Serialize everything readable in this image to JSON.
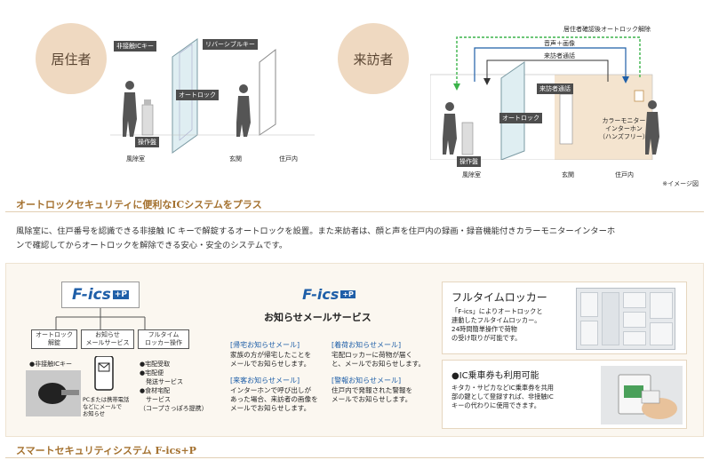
{
  "diagram": {
    "resident_label": "居住者",
    "visitor_label": "来訪者",
    "resident": {
      "noncontact_key": "非接触ICキー",
      "reversible_key": "リバーシブルキー",
      "autolock": "オートロック",
      "control_panel": "操作盤",
      "windbreak_room": "風除室",
      "entrance": "玄関",
      "dwelling": "住戸内"
    },
    "visitor": {
      "unlock_after_confirm": "居住者確認後オートロック解除",
      "voice_image": "音声＋画像",
      "visitor_call": "来訪者通話",
      "visitor_call_tag": "来訪者通話",
      "autolock": "オートロック",
      "control_panel": "操作盤",
      "monitor_l1": "カラーモニター",
      "monitor_l2": "インターホン",
      "monitor_l3": "（ハンズフリー）",
      "windbreak_room": "風除室",
      "entrance": "玄関",
      "dwelling": "住戸内"
    },
    "image_note": "※イメージ図"
  },
  "section1": {
    "heading": "オートロックセキュリティに便利なICシステムをプラス",
    "body_l1": "風除室に、住戸番号を認識できる非接触 IC キーで解錠するオートロックを設置。また来訪者は、顔と声を住戸内の録画・録音機能付きカラーモニターインターホ",
    "body_l2": "ンで確認してからオートロックを解除できる安心・安全のシステムです。"
  },
  "fics": {
    "brand": "F-ics",
    "plus": "+P",
    "box1_l1": "オートロック",
    "box1_l2": "解錠",
    "box2_l1": "お知らせ",
    "box2_l2": "メールサービス",
    "box3_l1": "フルタイム",
    "box3_l2": "ロッカー操作",
    "ic_key": "●非接触ICキー",
    "phone_l1": "PCまたは携帯電話",
    "phone_l2": "などにメールで",
    "phone_l3": "お知らせ",
    "locker_l1": "●宅配受取",
    "locker_l2": "●宅配便",
    "locker_l3": "　発送サービス",
    "locker_l4": "●食材宅配",
    "locker_l5": "　サービス",
    "locker_l6": "（コープさっぽろ提携）"
  },
  "mail": {
    "title": "お知らせメールサービス",
    "home_head": "[帰宅お知らせメール]",
    "home_l1": "家族の方が帰宅したことを",
    "home_l2": "メールでお知らせします。",
    "visitor_head": "[来客お知らせメール]",
    "visitor_l1": "インターホンで呼び出しが",
    "visitor_l2": "あった場合、来訪者の画像を",
    "visitor_l3": "メールでお知らせします。",
    "delivery_head": "[着荷お知らせメール]",
    "delivery_l1": "宅配ロッカーに荷物が届く",
    "delivery_l2": "と、メールでお知らせします。",
    "alarm_head": "[警報お知らせメール]",
    "alarm_l1": "住戸内で発報された警報を",
    "alarm_l2": "メールでお知らせします。"
  },
  "locker_card": {
    "title": "フルタイムロッカー",
    "l1": "「F-ics」によりオートロックと",
    "l2": "連動したフルタイムロッカー。",
    "l3": "24時間簡単操作で荷物",
    "l4": "の受け取りが可能です。"
  },
  "ic_card": {
    "title": "●IC乗車券も利用可能",
    "l1": "キタカ・サピカなどIC乗車券を共用",
    "l2": "部の鍵として登録すれば、非接触IC",
    "l3": "キーの代わりに使用できます。"
  },
  "section2": {
    "heading": "スマートセキュリティシステム F-ics+P"
  },
  "colors": {
    "accent_gold": "#a4712f",
    "brand_blue": "#1f5fa8",
    "arrow_green": "#3bb34a",
    "circle_bg": "#efd9c1"
  }
}
